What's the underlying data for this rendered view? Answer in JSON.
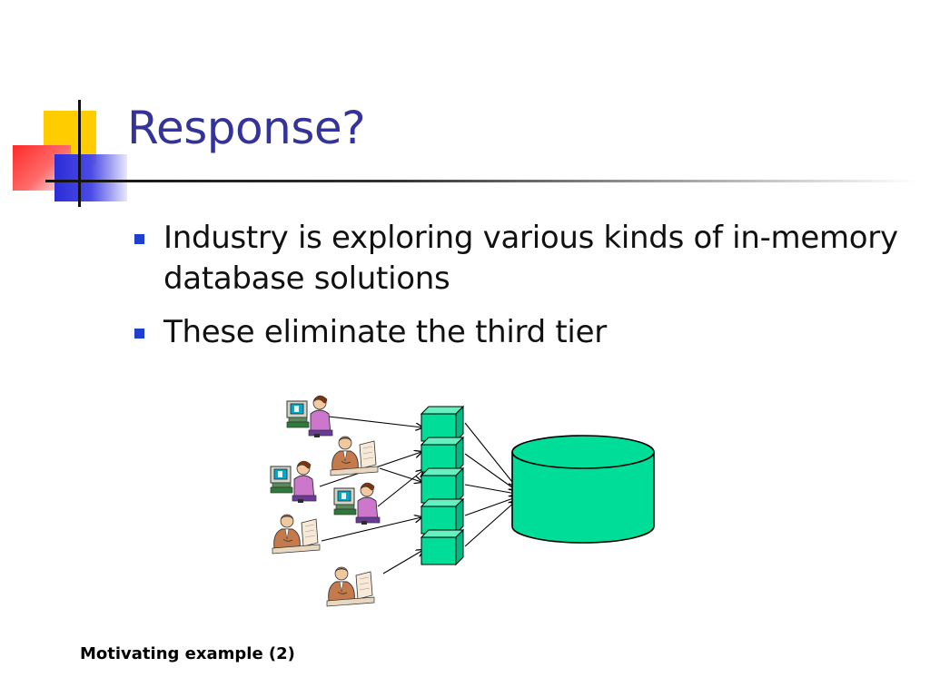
{
  "slide": {
    "title": "Response?",
    "bullets": [
      {
        "text": "Industry is exploring various kinds of in-memory database solutions"
      },
      {
        "text": "These eliminate the third tier"
      }
    ],
    "footer": "Motivating example (2)"
  },
  "colors": {
    "title": "#333399",
    "bullet": "#1f3fd0",
    "server_fill": "#00dd99",
    "database_fill": "#00dd99"
  },
  "diagram": {
    "clients": [
      {
        "icon": "user-at-computer-icon"
      },
      {
        "icon": "man-at-desk-icon"
      },
      {
        "icon": "user-at-computer-icon"
      },
      {
        "icon": "user-at-computer-icon"
      },
      {
        "icon": "man-at-desk-icon"
      },
      {
        "icon": "man-at-desk-icon"
      }
    ],
    "servers": [
      {},
      {},
      {},
      {},
      {}
    ],
    "database": {
      "icon": "database-cylinder-icon"
    }
  }
}
